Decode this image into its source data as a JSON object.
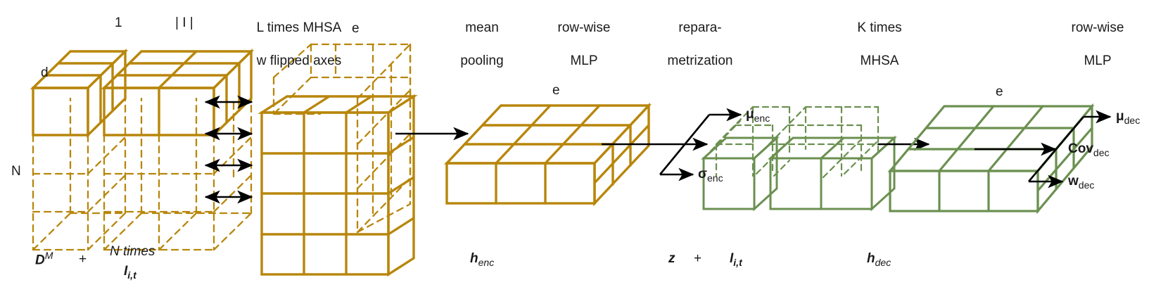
{
  "figure": {
    "type": "architecture-diagram",
    "title": "Transformer-based VAE encoder-decoder block diagram",
    "colors": {
      "encoder_orange": "#B8860B",
      "decoder_green": "#6B9050",
      "arrow_black": "#000000",
      "text_black": "#1a1a1a",
      "background": "#ffffff"
    }
  },
  "headers": [
    {
      "id": "l-times-mhsa",
      "line1": "L times MHSA",
      "line2": "w flipped axes"
    },
    {
      "id": "mean-pooling",
      "line1": "mean",
      "line2": "pooling"
    },
    {
      "id": "row-wise-mlp-enc",
      "line1": "row-wise",
      "line2": "MLP"
    },
    {
      "id": "reparametrization",
      "line1": "repara-",
      "line2": "metrization"
    },
    {
      "id": "k-times-mhsa",
      "line1": "K times",
      "line2": "MHSA"
    },
    {
      "id": "row-wise-mlp-dec",
      "line1": "row-wise",
      "line2": "MLP"
    }
  ],
  "axis_labels": {
    "block1_top_left": "1",
    "block1_top_right": "| I |",
    "block1_depth": "d",
    "block1_height": "N",
    "block2_top": "e",
    "block3_top": "e",
    "block5_top": "e"
  },
  "bottom_labels": {
    "input_term1": "D",
    "input_term1_sup": "M",
    "input_plus": "+",
    "input_term2_line1": "N times",
    "input_term2": "I",
    "input_term2_sub": "i,t",
    "h_enc": "h",
    "h_enc_sub": "enc",
    "z_term": "z",
    "z_plus": "+",
    "z_term2": "I",
    "z_term2_sub": "i,t",
    "h_dec": "h",
    "h_dec_sub": "dec"
  },
  "outputs": {
    "mu_enc": "μ",
    "mu_enc_sub": "enc",
    "sigma_enc": "σ",
    "sigma_enc_sub": "enc",
    "mu_dec": "μ",
    "mu_dec_sub": "dec",
    "cov_dec": "Cov",
    "cov_dec_sub": "dec",
    "w_dec": "w",
    "w_dec_sub": "dec"
  },
  "blocks": [
    {
      "id": "input-block",
      "name": "input-tensor-DM-plus-I",
      "color": "encoder_orange",
      "solid_rows": 1,
      "dashed_rows": 3,
      "segments": [
        {
          "cols": 1,
          "label": "1"
        },
        {
          "cols": 2,
          "label": "| I |"
        }
      ]
    },
    {
      "id": "mhsa-block",
      "name": "encoder-mhsa-tensor",
      "color": "encoder_orange",
      "solid_cols": 3,
      "solid_rows": 4,
      "dashed_depth": true,
      "top_label": "e"
    },
    {
      "id": "h-enc-block",
      "name": "h-enc-slab",
      "color": "encoder_orange",
      "cols": 3,
      "rows": 1,
      "depth_rows": 3,
      "top_label": "e"
    },
    {
      "id": "z-block",
      "name": "latent-z-plus-I",
      "color": "decoder_green",
      "segments": [
        {
          "cols": 1
        },
        {
          "cols": 2
        }
      ],
      "dashed_depth": true
    },
    {
      "id": "h-dec-block",
      "name": "h-dec-slab",
      "color": "decoder_green",
      "cols": 3,
      "rows": 1,
      "depth_rows": 3,
      "top_label": "e"
    }
  ],
  "connectors": {
    "double_arrows_count": 4,
    "single_arrows_count": 3,
    "branch_outputs_enc": 2,
    "branch_outputs_dec": 3
  }
}
